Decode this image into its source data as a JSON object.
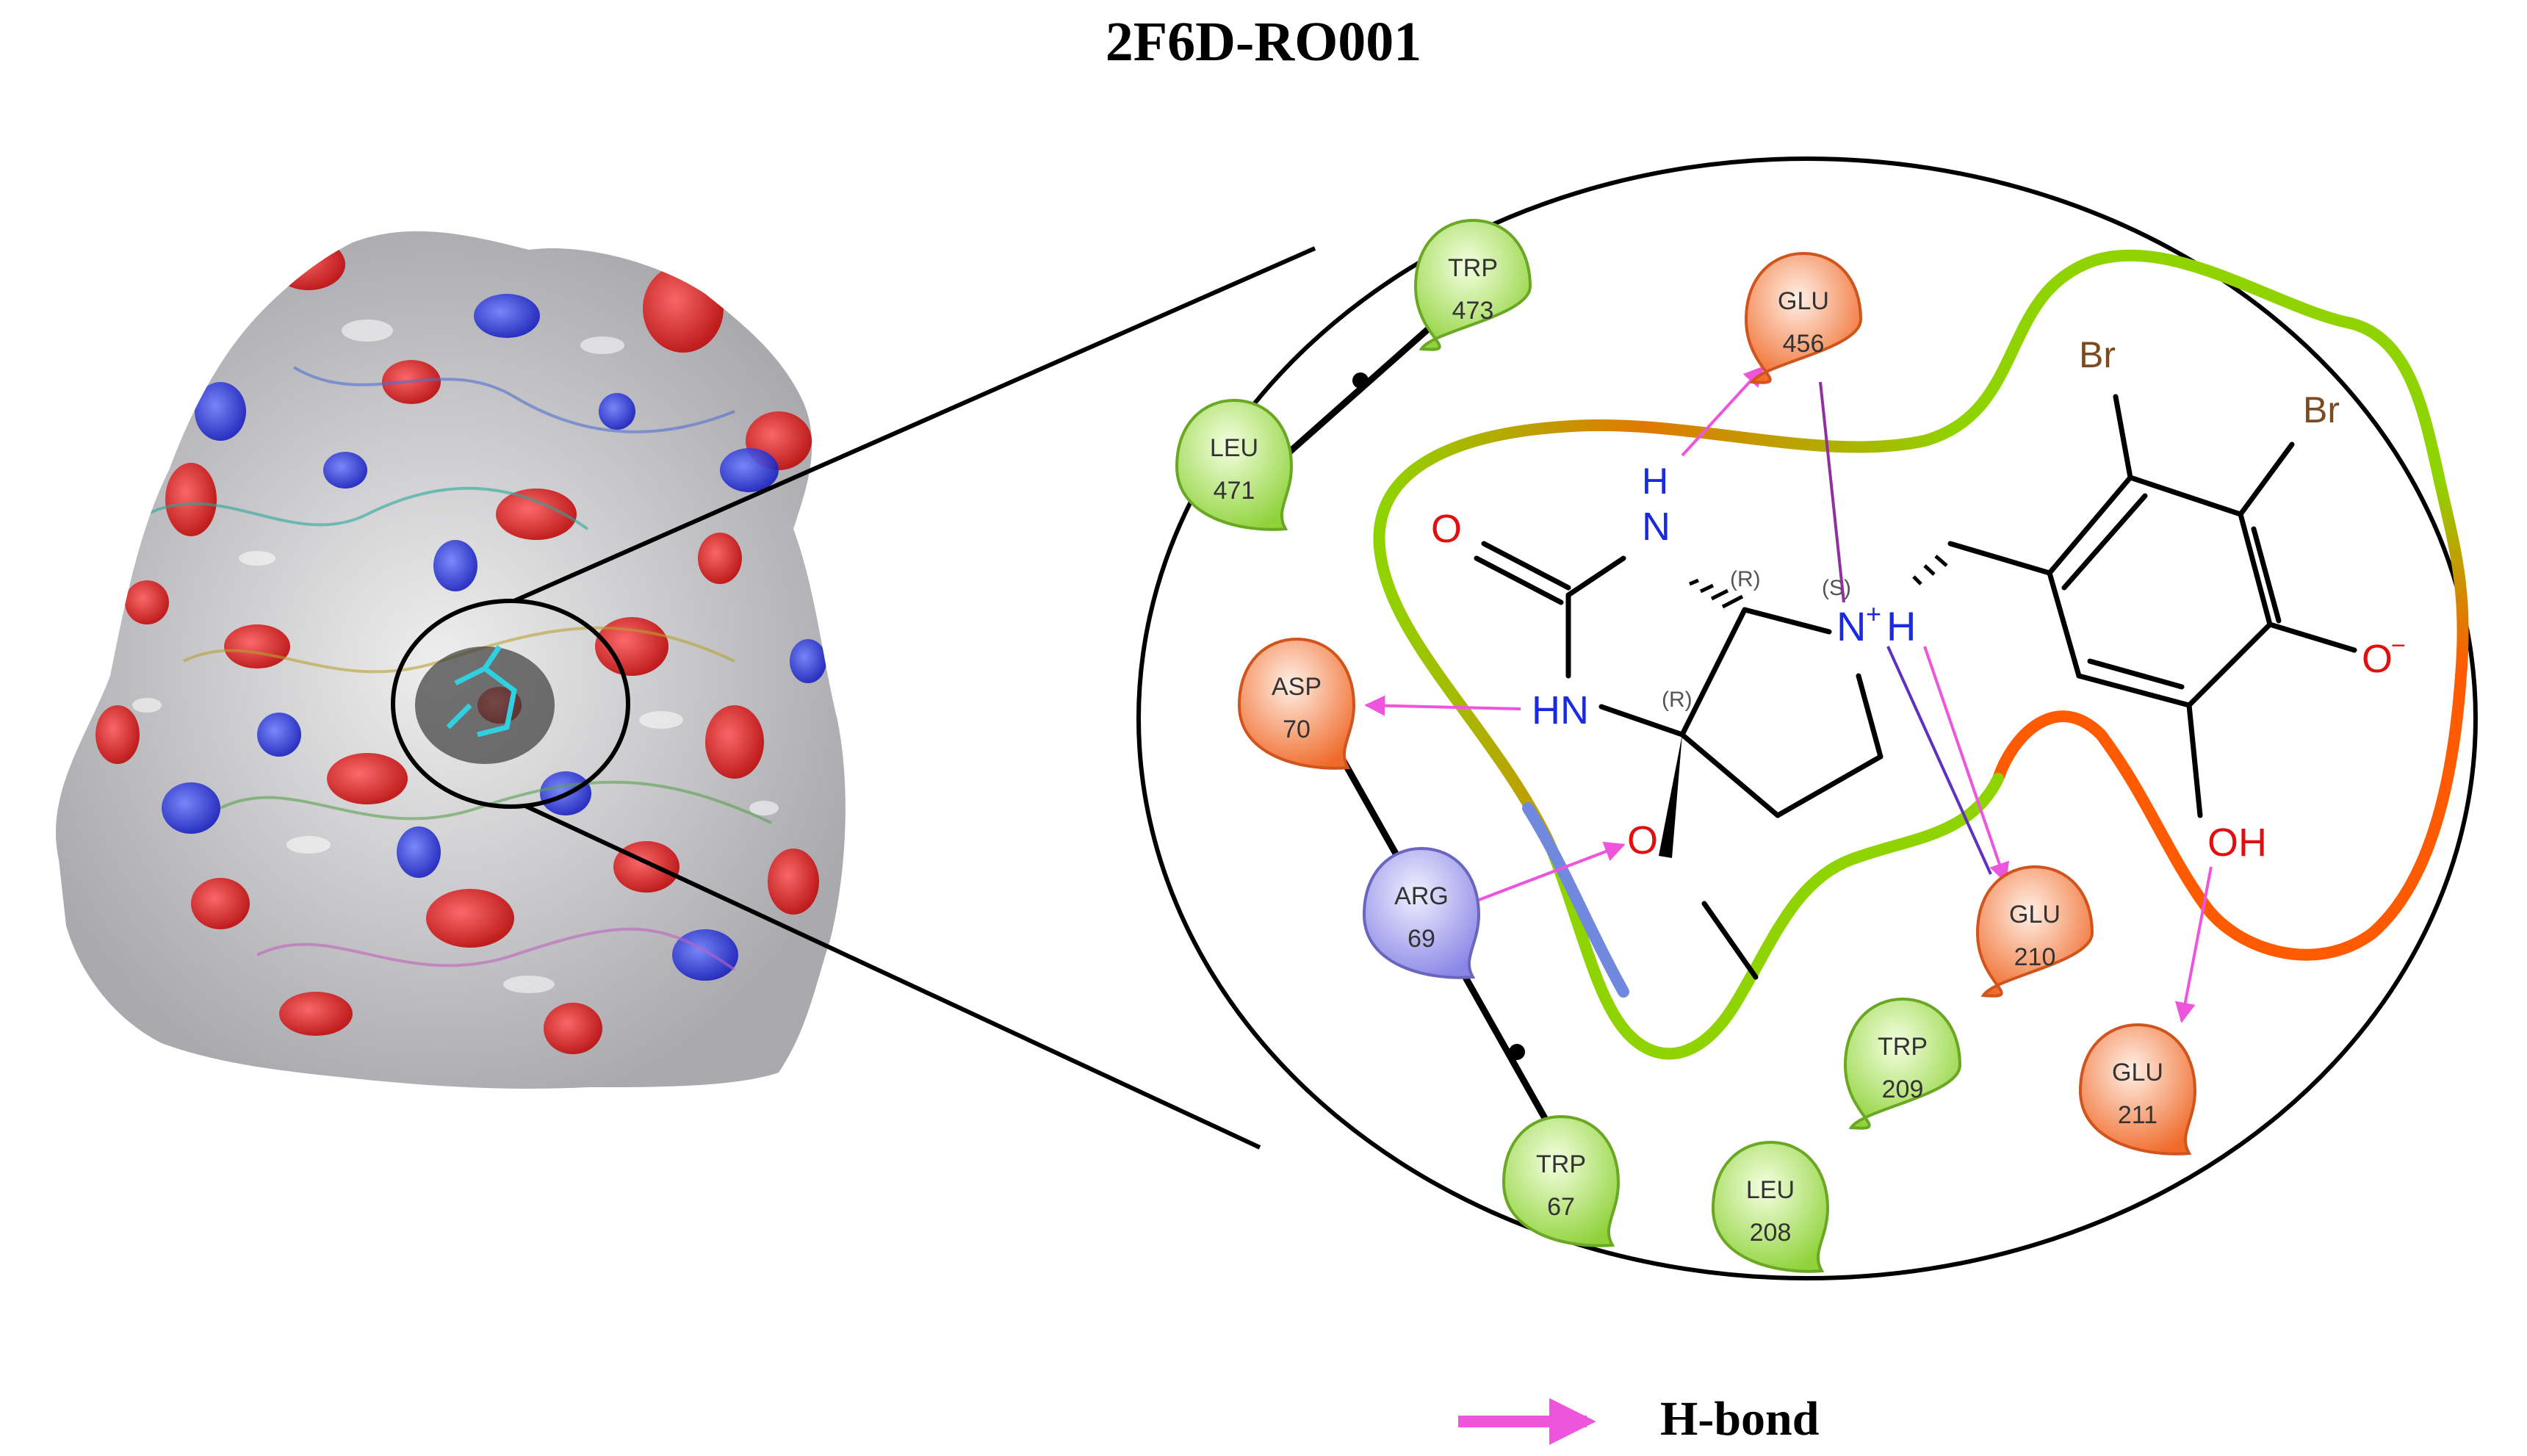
{
  "title": "2F6D-RO001",
  "legend": {
    "label": "H-bond",
    "color": "#ee55dd"
  },
  "atoms": {
    "br1": "Br",
    "br2": "Br",
    "o_carbonyl": "O",
    "nh_top": "N",
    "h_top": "H",
    "hn_left": "HN",
    "stereo_r1": "(R)",
    "stereo_r2": "(R)",
    "stereo_s": "(S)",
    "n_plus": "N",
    "plus": "+",
    "h_plus": "H",
    "o_minus": "O",
    "minus": "−",
    "o_methoxy": "O",
    "oh": "OH"
  },
  "residues": [
    {
      "id": "trp473",
      "name": "TRP",
      "num": "473",
      "kind": "hydrophobic"
    },
    {
      "id": "leu471",
      "name": "LEU",
      "num": "471",
      "kind": "hydrophobic"
    },
    {
      "id": "glu456",
      "name": "GLU",
      "num": "456",
      "kind": "negative"
    },
    {
      "id": "asp70",
      "name": "ASP",
      "num": "70",
      "kind": "negative"
    },
    {
      "id": "arg69",
      "name": "ARG",
      "num": "69",
      "kind": "positive"
    },
    {
      "id": "glu210",
      "name": "GLU",
      "num": "210",
      "kind": "negative"
    },
    {
      "id": "trp209",
      "name": "TRP",
      "num": "209",
      "kind": "hydrophobic"
    },
    {
      "id": "glu211",
      "name": "GLU",
      "num": "211",
      "kind": "negative"
    },
    {
      "id": "trp67",
      "name": "TRP",
      "num": "67",
      "kind": "hydrophobic"
    },
    {
      "id": "leu208",
      "name": "LEU",
      "num": "208",
      "kind": "hydrophobic"
    }
  ],
  "colors": {
    "hydrophobic": "#8fd23a",
    "negative": "#f06a2a",
    "positive": "#8a86e6",
    "pocket_green": "#8fd400",
    "pocket_orange": "#ff5a00"
  }
}
